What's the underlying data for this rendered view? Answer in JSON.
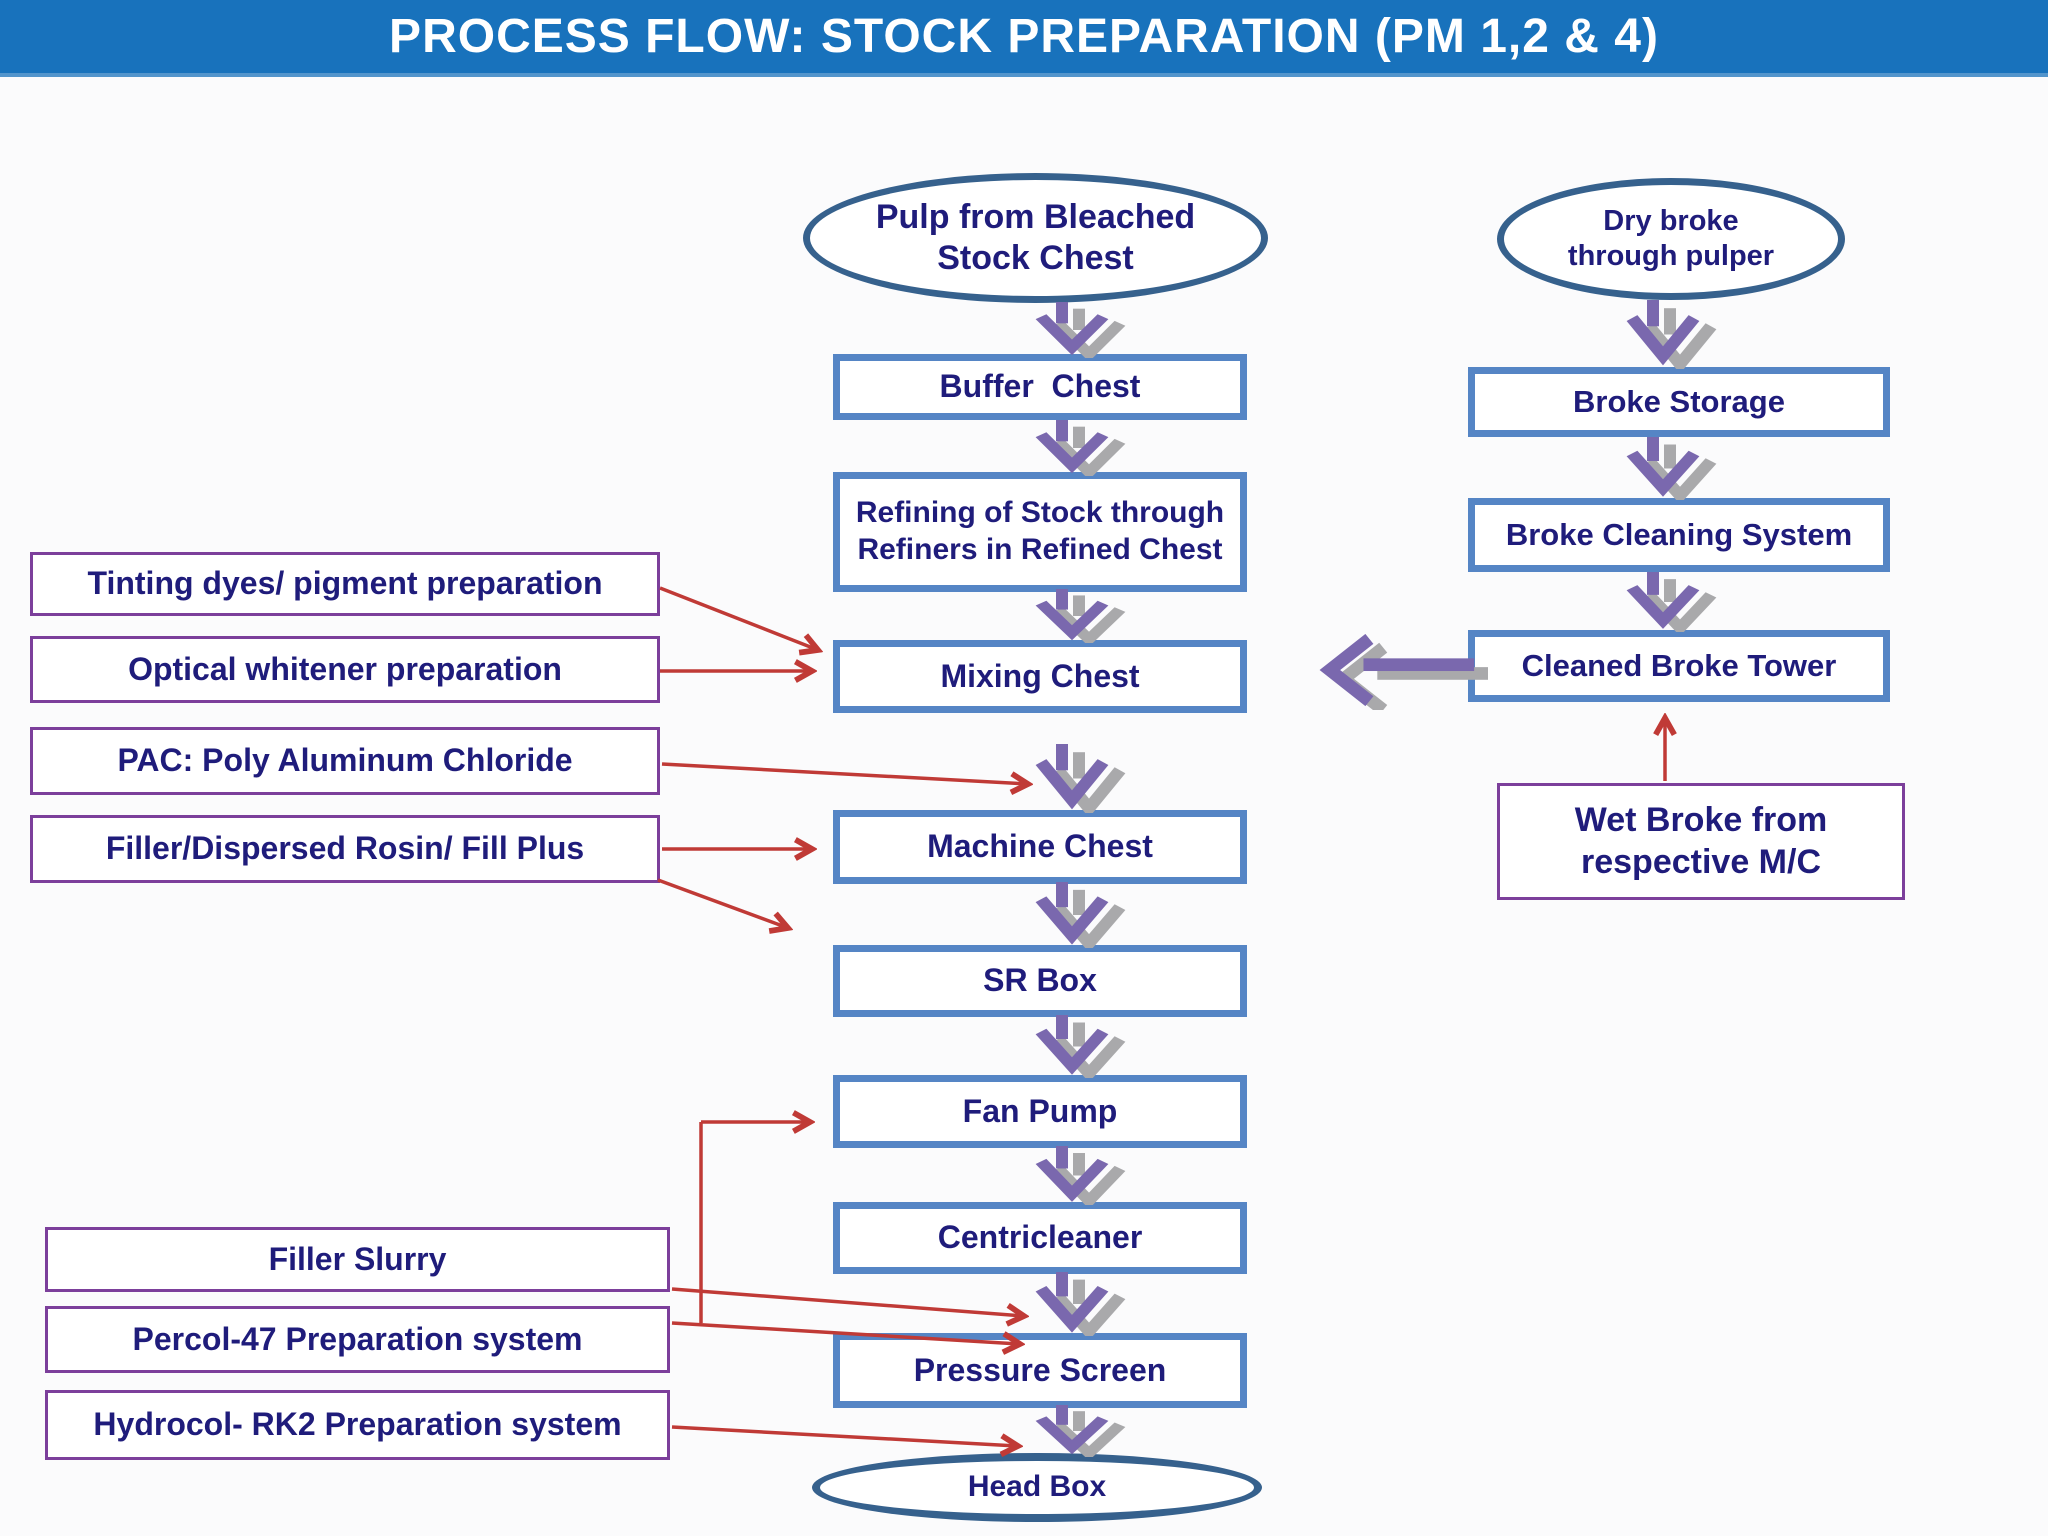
{
  "header": {
    "title": "PROCESS FLOW: STOCK PREPARATION (PM 1,2 & 4)"
  },
  "main_flow": {
    "nodes": [
      {
        "id": "pulp",
        "shape": "ellipse",
        "label": "Pulp from Bleached\nStock Chest"
      },
      {
        "id": "buffer-chest",
        "shape": "box",
        "label": "Buffer  Chest"
      },
      {
        "id": "refining",
        "shape": "box",
        "label": "Refining of Stock through\nRefiners in Refined Chest"
      },
      {
        "id": "mixing-chest",
        "shape": "box",
        "label": "Mixing Chest"
      },
      {
        "id": "machine-chest",
        "shape": "box",
        "label": "Machine Chest"
      },
      {
        "id": "sr-box",
        "shape": "box",
        "label": "SR Box"
      },
      {
        "id": "fan-pump",
        "shape": "box",
        "label": "Fan Pump"
      },
      {
        "id": "centricleaner",
        "shape": "box",
        "label": "Centricleaner"
      },
      {
        "id": "pressure-screen",
        "shape": "box",
        "label": "Pressure Screen"
      },
      {
        "id": "head-box",
        "shape": "ellipse",
        "label": "Head Box"
      }
    ]
  },
  "broke_flow": {
    "nodes": [
      {
        "id": "dry-broke",
        "shape": "ellipse",
        "label": "Dry broke\nthrough pulper"
      },
      {
        "id": "broke-storage",
        "shape": "box",
        "label": "Broke Storage"
      },
      {
        "id": "broke-cleaning",
        "shape": "box",
        "label": "Broke Cleaning System"
      },
      {
        "id": "cleaned-broke-tower",
        "shape": "box",
        "label": "Cleaned Broke Tower"
      },
      {
        "id": "wet-broke",
        "shape": "box",
        "label": "Wet Broke from\nrespective M/C"
      }
    ]
  },
  "additives": {
    "items": [
      {
        "id": "tinting",
        "label": "Tinting dyes/ pigment preparation"
      },
      {
        "id": "optical",
        "label": "Optical whitener preparation"
      },
      {
        "id": "pac",
        "label": "PAC: Poly Aluminum Chloride"
      },
      {
        "id": "filler-rosin",
        "label": "Filler/Dispersed Rosin/ Fill Plus"
      },
      {
        "id": "filler-slurry",
        "label": "Filler Slurry"
      },
      {
        "id": "percol",
        "label": "Percol-47 Preparation system"
      },
      {
        "id": "hydrocol",
        "label": "Hydrocol- RK2 Preparation system"
      }
    ]
  },
  "colors": {
    "header_bg": "#1872BC",
    "flow_box_border": "#5585C5",
    "ellipse_border": "#36618D",
    "additive_box_border": "#7C3F9B",
    "text_navy": "#1f1c7b",
    "flow_arrow_purple": "#7A68AE",
    "flow_arrow_shadow_gray": "#A9A9AB",
    "connector_red": "#C03A36",
    "header_text": "#FFFFFF"
  }
}
